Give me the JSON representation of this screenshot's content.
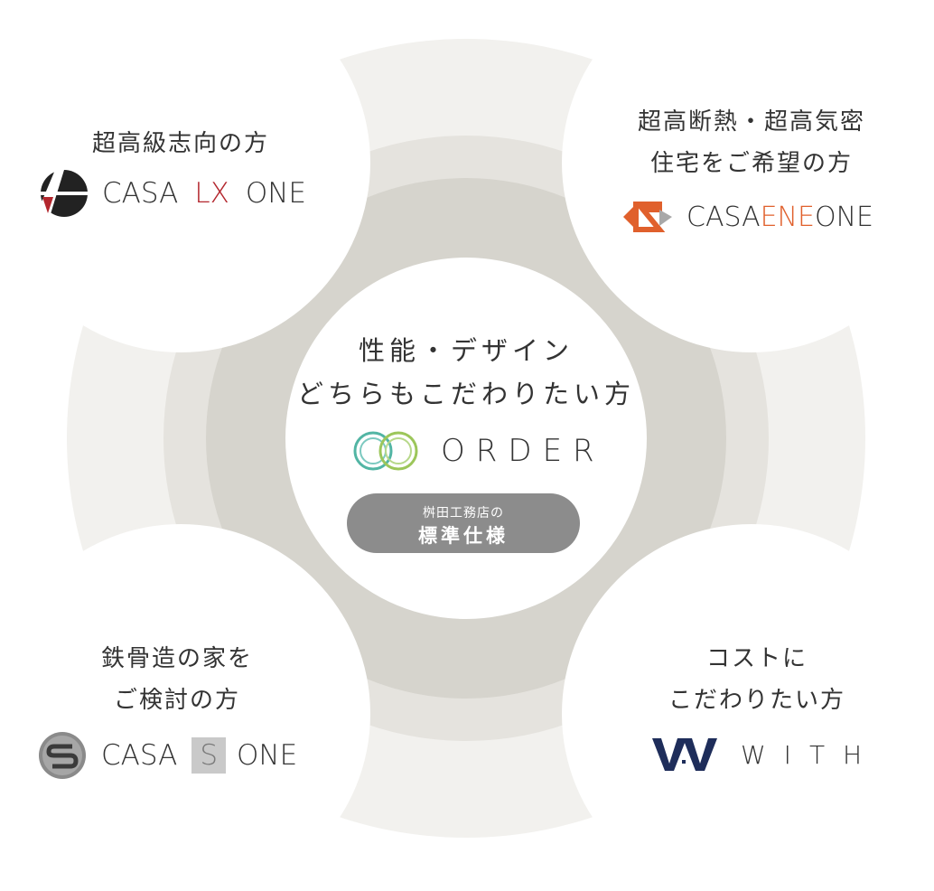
{
  "center": {
    "lines": [
      "性能・デザイン",
      "どちらもこだわりたい方"
    ],
    "brand": "ORDER",
    "badge_small": "桝田工務店の",
    "badge_big": "標準仕様"
  },
  "top_left": {
    "lines": [
      "超高級志向の方"
    ],
    "brand_parts": [
      "CASA",
      "LX",
      "ONE"
    ]
  },
  "top_right": {
    "lines": [
      "超高断熱・超高気密",
      "住宅をご希望の方"
    ],
    "brand_parts": [
      "CASA",
      "ENE",
      "ONE"
    ]
  },
  "bottom_left": {
    "lines": [
      "鉄骨造の家を",
      "ご検討の方"
    ],
    "brand_parts": [
      "CASA",
      "S",
      "ONE"
    ]
  },
  "bottom_right": {
    "lines": [
      "コストに",
      "こだわりたい方"
    ],
    "brand": "WITH"
  },
  "colors": {
    "ring_inner": "#d6d4cd",
    "ring_mid": "#e5e3de",
    "ring_outer": "#f2f1ee",
    "accent_red": "#b3262d",
    "accent_orange": "#e0602c",
    "badge": "#8c8c8c",
    "teal": "#52b5a4",
    "navy": "#1e2d5a"
  }
}
